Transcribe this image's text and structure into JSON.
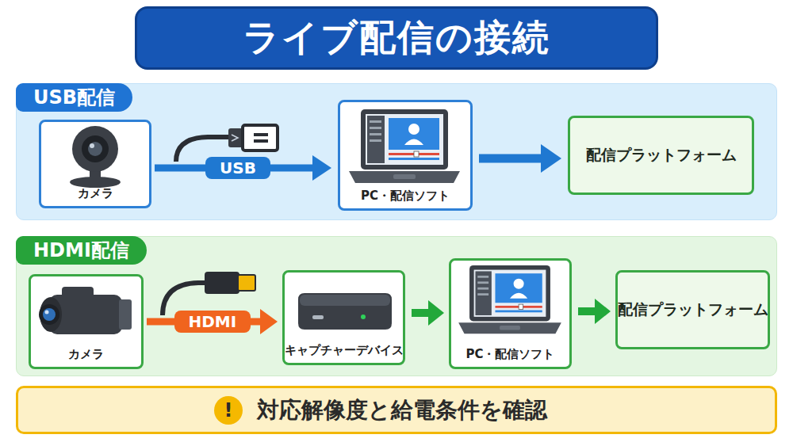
{
  "diagram": {
    "title": "ライブ配信の接続",
    "nodes": [
      {
        "text": [
          "USB配信"
        ]
      },
      {
        "text": [
          "カメラ"
        ],
        "in": 0
      },
      {
        "text": [
          "PC・配信ソフト"
        ],
        "in": 0
      },
      {
        "text": [
          "配信プラットフォーム"
        ],
        "in": 0
      },
      {
        "text": [
          "HDMI配信"
        ]
      },
      {
        "text": [
          "カメラ"
        ],
        "in": 4
      },
      {
        "text": [
          "キャプチャーデバイス"
        ],
        "in": 4
      },
      {
        "text": [
          "PC・配信ソフト"
        ],
        "in": 4
      },
      {
        "text": [
          "配信プラットフォーム"
        ],
        "in": 4
      },
      {
        "text": [
          "対応解像度と給電条件を確認"
        ]
      }
    ],
    "edges": [
      {
        "from": 1,
        "to": 2,
        "arrow": "to",
        "label": "USB"
      },
      {
        "from": 2,
        "to": 3,
        "arrow": "to"
      },
      {
        "from": 5,
        "to": 6,
        "arrow": "to",
        "label": "HDMI"
      },
      {
        "from": 6,
        "to": 7,
        "arrow": "to"
      },
      {
        "from": 7,
        "to": 8,
        "arrow": "to"
      }
    ],
    "labels": [
      "!"
    ]
  }
}
